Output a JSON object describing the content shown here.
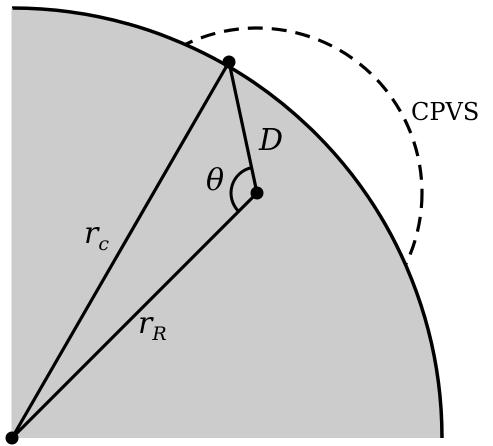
{
  "labels": {
    "theta": "θ",
    "distance": "D",
    "rc_main": "r",
    "rc_sub": "c",
    "rR_main": "r",
    "rR_sub": "R",
    "region": "CPVS"
  },
  "colors": {
    "region_fill": "#cccccc",
    "stroke": "#000000"
  }
}
